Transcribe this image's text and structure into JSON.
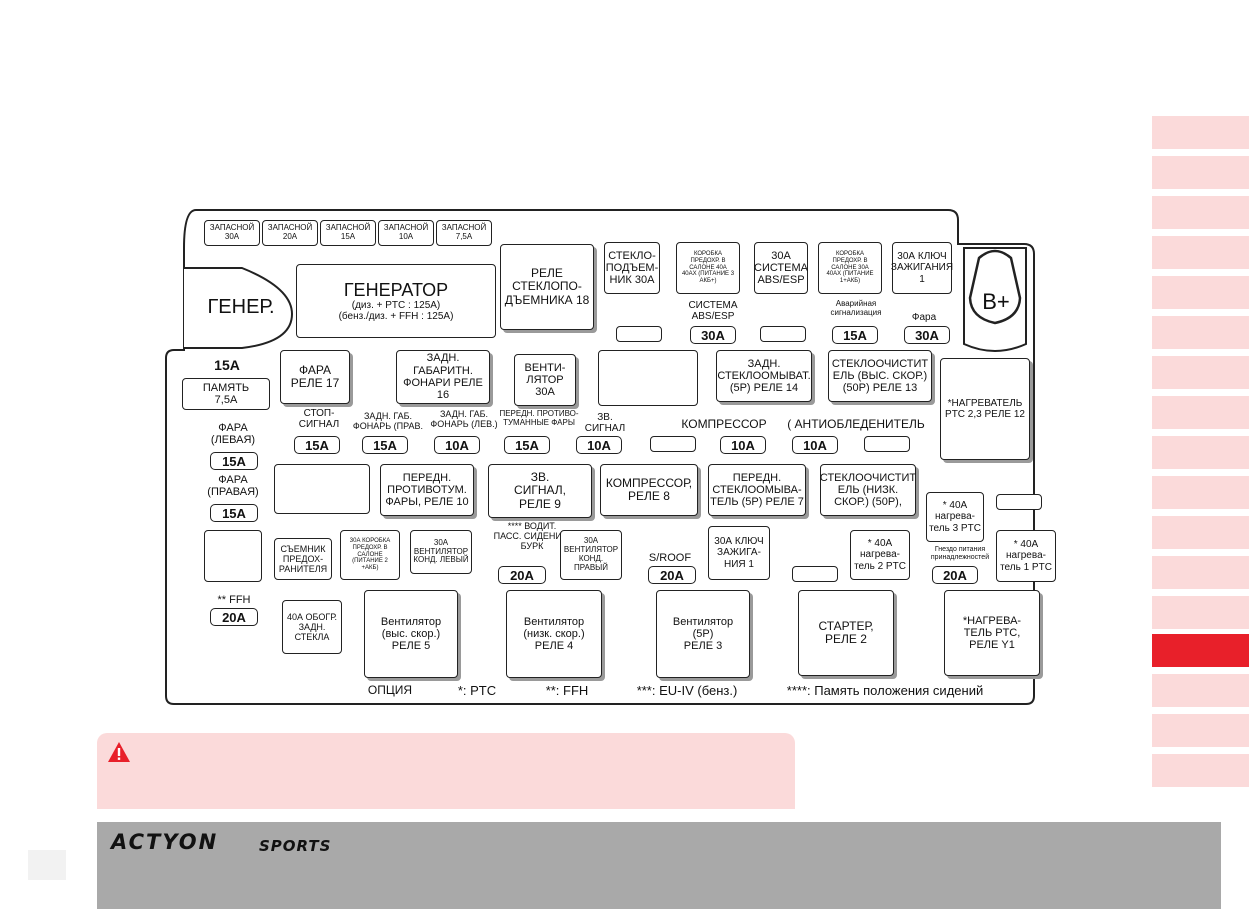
{
  "diagram": {
    "spares": [
      "ЗАПАСНОЙ\n30А",
      "ЗАПАСНОЙ\n20А",
      "ЗАПАСНОЙ\n15А",
      "ЗАПАСНОЙ\n10А",
      "ЗАПАСНОЙ\n7,5А"
    ],
    "gener_small": "ГЕНЕР.",
    "generator": {
      "title": "ГЕНЕРАТОР",
      "line1": "(диз. + PTC : 125A)",
      "line2": "(бенз./диз. + FFH : 125A)"
    },
    "relay18": "РЕЛЕ\nСТЕКЛОПО-\nДЪЕМНИКА 18",
    "top_boxes": [
      "СТЕКЛО-\nПОДЪЕМ-\nНИК 30А",
      "КОРОБКА\nПРЕДОХР. В\nСАЛОНЕ 40А\n40АХ (ПИТАНИЕ 3\nАКБ+)",
      "30А\nСИСТЕМА\nABS/ESP",
      "КОРОБКА\nПРЕДОХР. В\nСАЛОНЕ 30А\n40АХ (ПИТАНИЕ\n1+АКБ)",
      "30А КЛЮЧ\nЗАЖИГАНИЯ\n1"
    ],
    "bplus": "B+",
    "sistema_label": "СИСТЕМА\nABS/ESP",
    "sistema_fuse": "30A",
    "alarm_label": "Аварийная\nсигнализация",
    "alarm_fuse": "15A",
    "fara_label": "Фара",
    "fara_fuse": "30A",
    "pamyat_top": "15A",
    "pamyat": "ПАМЯТЬ\n7,5А",
    "fara_left_label": "ФАРА\n(ЛЕВАЯ)",
    "fara_left_fuse": "15A",
    "fara_right_label": "ФАРА\n(ПРАВАЯ)",
    "fara_right_fuse": "15A",
    "ffh_label": "** FFH",
    "ffh_fuse": "20A",
    "row1_relays": {
      "fara17": "ФАРА\nРЕЛЕ 17",
      "zadn16": "ЗАДН.\nГАБАРИТН.\nФОНАРИ РЕЛЕ 16",
      "vent": "ВЕНТИ-\nЛЯТОР\n30А",
      "zadn14": "ЗАДН.\nСТЕКЛООМЫВАТ.\n(5Р) РЕЛЕ 14",
      "stekl13": "СТЕКЛООЧИСТИТ\nЕЛЬ (ВЫС. СКОР.)\n(50Р) РЕЛЕ 13",
      "nagrev12": "*НАГРЕВАТЕЛЬ\nPTC 2,3 РЕЛЕ 12"
    },
    "row1_labels": {
      "stop": "СТОП-\nСИГНАЛ",
      "zgab_prav": "ЗАДН. ГАБ.\nФОНАРЬ (ПРАВ.",
      "zgab_lev": "ЗАДН. ГАБ.\nФОНАРЬ (ЛЕВ.)",
      "ptf": "ПЕРЕДН. ПРОТИВО-\nТУМАННЫЕ ФАРЫ",
      "zv": "ЗВ.\nСИГНАЛ",
      "kompressor": "КОМПРЕССОР",
      "antiobled": "( АНТИОБЛЕДЕНИТЕЛЬ"
    },
    "row1_fuses": [
      "15A",
      "15A",
      "10A",
      "15A",
      "10A",
      "10A",
      "10A"
    ],
    "row2_relays": {
      "ptf10": "ПЕРЕДН.\nПРОТИВОТУМ.\nФАРЫ, РЕЛЕ 10",
      "zv9": "ЗВ.\nСИГНАЛ,\nРЕЛЕ 9",
      "komp8": "КОМПРЕССОР,\nРЕЛЕ 8",
      "peredn7": "ПЕРЕДН.\nСТЕКЛООМЫВА-\nТЕЛЬ (5Р) РЕЛЕ 7",
      "stekl_nizk": "СТЕКЛООЧИСТИТ\nЕЛЬ (НИЗК.\nСКОР.) (50Р),"
    },
    "nagrev3": "* 40А\nнагрева-\nтель 3 PTC",
    "row3": {
      "semnik": "СЪЕМНИК\nПРЕДОХ-\nРАНИТЕЛЯ",
      "korobka2": "30А КОРОБКА\nПРЕДОХР. В\nСАЛОНЕ\n(ПИТАНИЕ 2\n+АКБ)",
      "vent_lev": "30А\nВЕНТИЛЯТОР\nКОНД. ЛЕВЫЙ",
      "seat_label": "**** ВОДИТ.\nПАСС. СИДЕНИЕ,\nБУРК",
      "seat_fuse": "20A",
      "vent_prav": "30А\nВЕНТИЛЯТОР\nКОНД.\nПРАВЫЙ",
      "sroof_label": "S/ROOF",
      "sroof_fuse": "20A",
      "klyuch": "30А КЛЮЧ\nЗАЖИГА-\nНИЯ 1",
      "nagrev2": "* 40А\nнагрева-\nтель 2 PTC",
      "gnezdo_label": "Гнездо питания\nпринадлежностей",
      "gnezdo_fuse": "20A",
      "nagrev1": "* 40А\nнагрева-\nтель 1 PTC"
    },
    "row4": {
      "obogr": "40А ОБОГР.\nЗАДН.\nСТЕКЛА",
      "vent5": "Вентилятор\n(выс. скор.)\nРЕЛЕ 5",
      "vent4": "Вентилятор\n(низк. скор.)\nРЕЛЕ 4",
      "vent3": "Вентилятор\n(5Р)\nРЕЛЕ 3",
      "starter": "СТАРТЕР,\nРЕЛЕ 2",
      "nagrevY1": "*НАГРЕВА-\nТЕЛЬ PTC,\nРЕЛЕ Y1"
    },
    "legend": {
      "opciya": "ОПЦИЯ",
      "ptc": "*: PTC",
      "ffh": "**: FFH",
      "eu": "***: EU-IV (бенз.)",
      "seats": "****: Память положения сидений"
    }
  },
  "colors": {
    "warning_bg": "#fbdada",
    "warning_icon": "#e8202a",
    "tab_inactive": "#fbdada",
    "tab_active": "#e8202a",
    "footer_bg": "#a9a9a9"
  },
  "side_tabs": {
    "count": 17,
    "active_index": 13
  },
  "warning": {
    "icon": "warning-triangle-icon",
    "text": ""
  },
  "footer": {
    "brand_main": "ACTYON",
    "brand_sub": "SPORTS"
  }
}
